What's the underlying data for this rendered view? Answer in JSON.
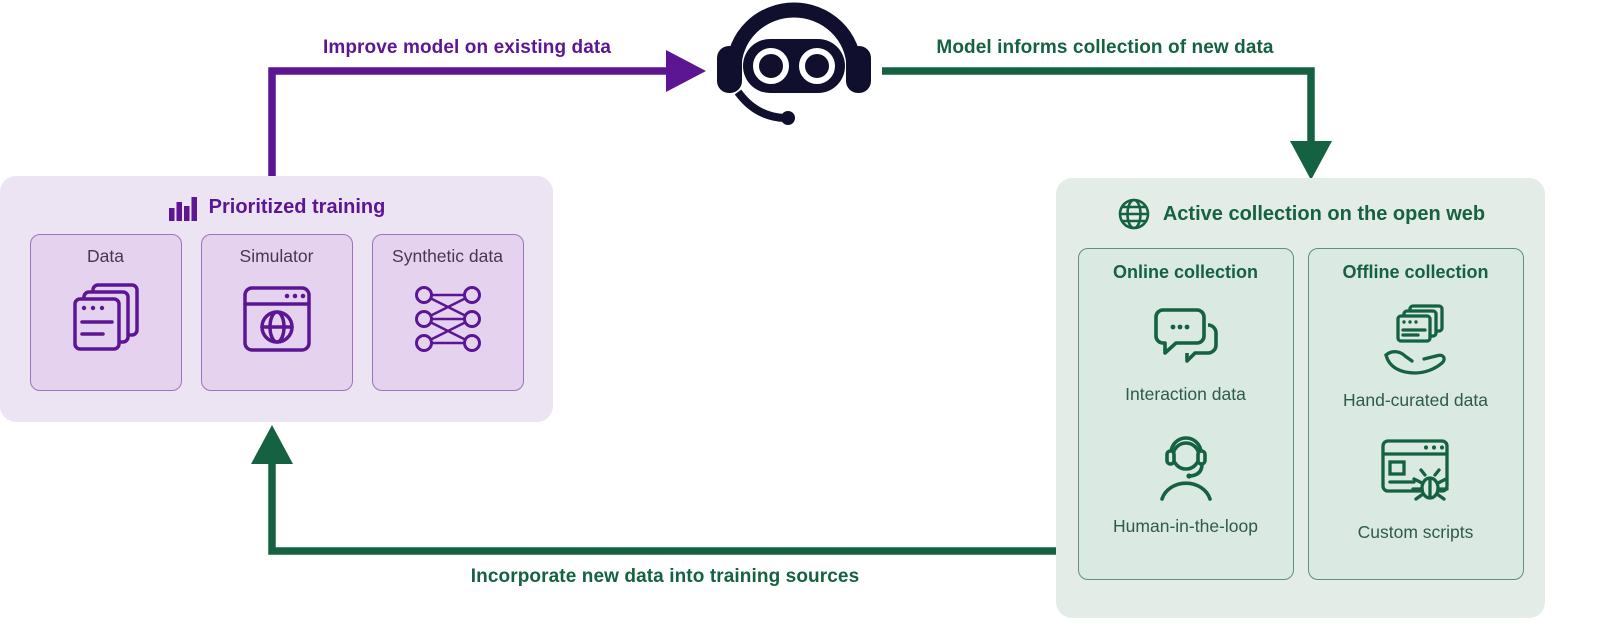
{
  "colors": {
    "purple": "#5c1694",
    "green": "#156242",
    "robot_navy": "#10102e",
    "training_box_bg": "#ece3f3",
    "training_card_bg": "#e4d2ef",
    "training_card_border": "#9c74bd",
    "collection_box_bg": "#e4ece7",
    "collection_card_bg": "#dae9e1",
    "collection_card_border": "#5d927b"
  },
  "arrows": {
    "top_left_label": "Improve model on existing data",
    "top_right_label": "Model informs collection of new data",
    "bottom_label": "Incorporate new data into training sources"
  },
  "icons": {
    "center": "robot-icon",
    "training_header": "bar-chart-icon",
    "collection_header": "globe-icon"
  },
  "training_box": {
    "title": "Prioritized training",
    "cards": [
      {
        "label": "Data",
        "icon": "stacked-documents-icon"
      },
      {
        "label": "Simulator",
        "icon": "browser-globe-icon"
      },
      {
        "label": "Synthetic data",
        "icon": "neural-network-icon"
      }
    ]
  },
  "collection_box": {
    "title": "Active collection on the open web",
    "columns": [
      {
        "title": "Online collection",
        "items": [
          {
            "label": "Interaction data",
            "icon": "chat-bubbles-icon"
          },
          {
            "label": "Human-in-the-loop",
            "icon": "headset-agent-icon"
          }
        ]
      },
      {
        "title": "Offline collection",
        "items": [
          {
            "label": "Hand-curated data",
            "icon": "hand-documents-icon"
          },
          {
            "label": "Custom scripts",
            "icon": "browser-bug-icon"
          }
        ]
      }
    ]
  }
}
